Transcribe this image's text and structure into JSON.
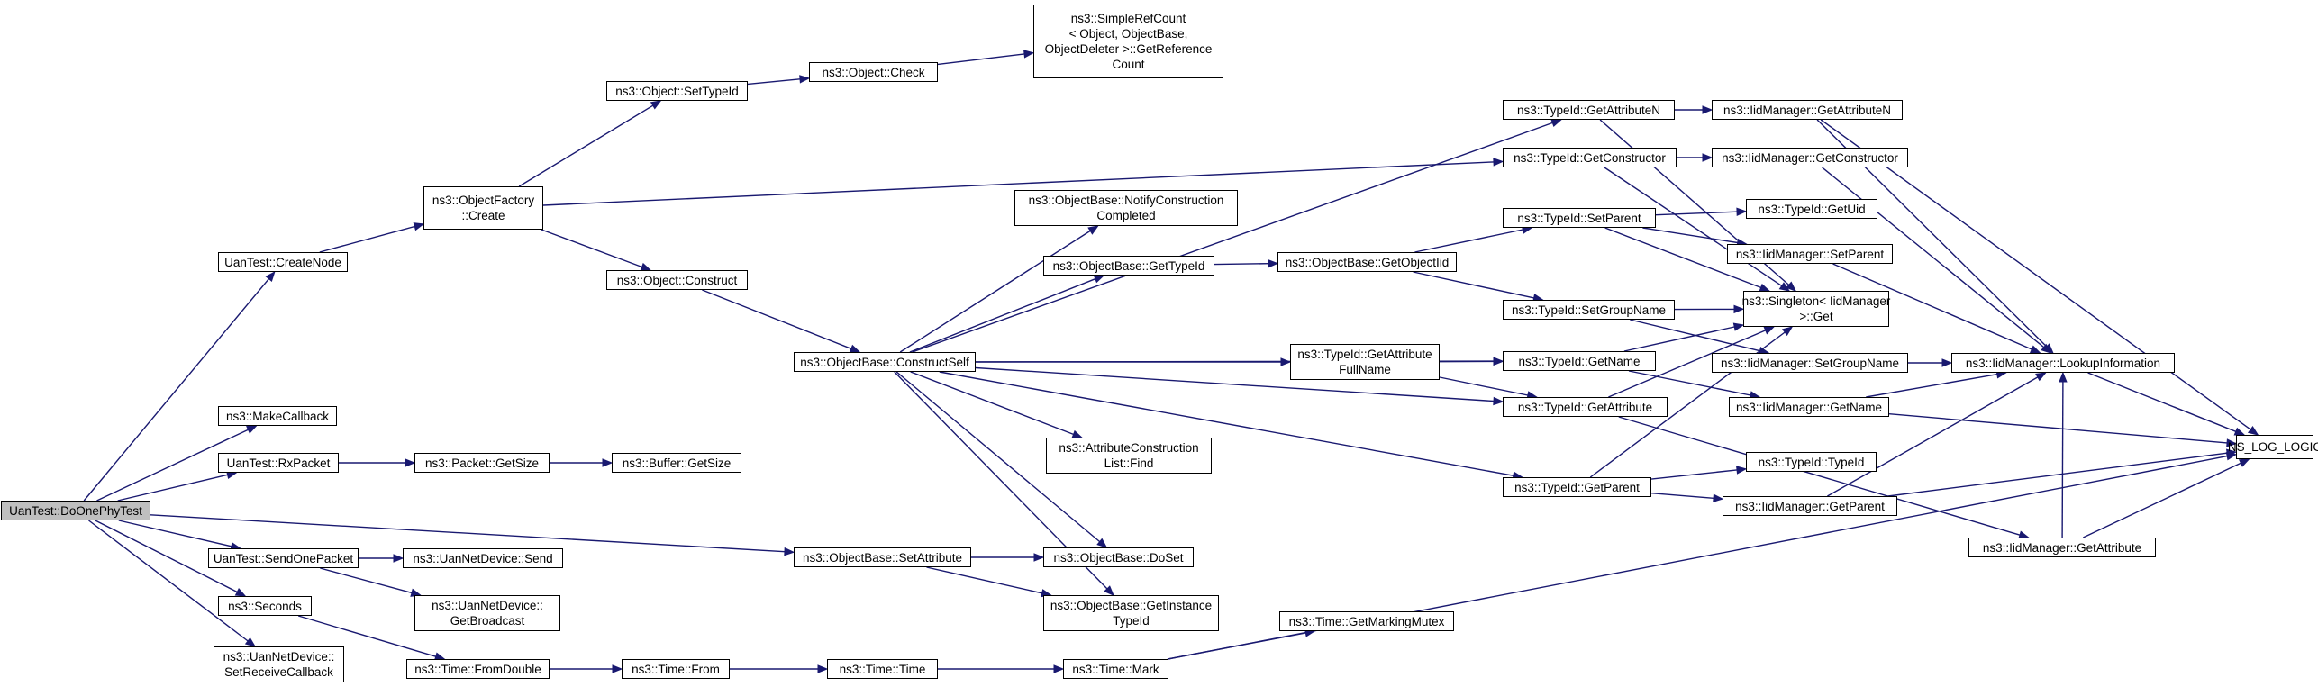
{
  "graph": {
    "edge_color": "#191970",
    "root_fill": "#bfbfbf",
    "node_fill": "#ffffff",
    "nodes": [
      {
        "id": "doOnePhyTest",
        "label": "UanTest::DoOnePhyTest",
        "root": true
      },
      {
        "id": "createNode",
        "label": "UanTest::CreateNode"
      },
      {
        "id": "makeCallback",
        "label": "ns3::MakeCallback"
      },
      {
        "id": "rxPacket",
        "label": "UanTest::RxPacket"
      },
      {
        "id": "sendOnePacket",
        "label": "UanTest::SendOnePacket"
      },
      {
        "id": "seconds",
        "label": "ns3::Seconds"
      },
      {
        "id": "setReceiveCallback",
        "label": "ns3::UanNetDevice::\nSetReceiveCallback"
      },
      {
        "id": "objectFactoryCreate",
        "label": "ns3::ObjectFactory\n::Create"
      },
      {
        "id": "objectSetTypeId",
        "label": "ns3::Object::SetTypeId"
      },
      {
        "id": "objectCheck",
        "label": "ns3::Object::Check"
      },
      {
        "id": "simpleRefCount",
        "label": "ns3::SimpleRefCount\n< Object, ObjectBase,\nObjectDeleter >::GetReference\nCount"
      },
      {
        "id": "objectConstruct",
        "label": "ns3::Object::Construct"
      },
      {
        "id": "constructSelf",
        "label": "ns3::ObjectBase::ConstructSelf"
      },
      {
        "id": "notifyConstruction",
        "label": "ns3::ObjectBase::NotifyConstruction\nCompleted"
      },
      {
        "id": "objectBaseGetTypeId",
        "label": "ns3::ObjectBase::GetTypeId"
      },
      {
        "id": "getObjectIid",
        "label": "ns3::ObjectBase::GetObjectIid"
      },
      {
        "id": "typeIdGetAttributeFullName",
        "label": "ns3::TypeId::GetAttribute\nFullName"
      },
      {
        "id": "attributeConstructionListFind",
        "label": "ns3::AttributeConstruction\nList::Find"
      },
      {
        "id": "objectBaseDoSet",
        "label": "ns3::ObjectBase::DoSet"
      },
      {
        "id": "getInstanceTypeId",
        "label": "ns3::ObjectBase::GetInstance\nTypeId"
      },
      {
        "id": "packetGetSize",
        "label": "ns3::Packet::GetSize"
      },
      {
        "id": "bufferGetSize",
        "label": "ns3::Buffer::GetSize"
      },
      {
        "id": "uanNetDeviceSend",
        "label": "ns3::UanNetDevice::Send"
      },
      {
        "id": "uanNetDeviceGetBroadcast",
        "label": "ns3::UanNetDevice::\nGetBroadcast"
      },
      {
        "id": "objectBaseSetAttribute",
        "label": "ns3::ObjectBase::SetAttribute"
      },
      {
        "id": "timeFromDouble",
        "label": "ns3::Time::FromDouble"
      },
      {
        "id": "timeFrom",
        "label": "ns3::Time::From"
      },
      {
        "id": "timeTime",
        "label": "ns3::Time::Time"
      },
      {
        "id": "timeMark",
        "label": "ns3::Time::Mark"
      },
      {
        "id": "getMarkingMutex",
        "label": "ns3::Time::GetMarkingMutex"
      },
      {
        "id": "typeIdGetAttributeN",
        "label": "ns3::TypeId::GetAttributeN"
      },
      {
        "id": "typeIdGetConstructor",
        "label": "ns3::TypeId::GetConstructor"
      },
      {
        "id": "typeIdSetParent",
        "label": "ns3::TypeId::SetParent"
      },
      {
        "id": "typeIdSetGroupName",
        "label": "ns3::TypeId::SetGroupName"
      },
      {
        "id": "typeIdGetName",
        "label": "ns3::TypeId::GetName"
      },
      {
        "id": "typeIdGetAttribute",
        "label": "ns3::TypeId::GetAttribute"
      },
      {
        "id": "typeIdGetParent",
        "label": "ns3::TypeId::GetParent"
      },
      {
        "id": "iidGetAttributeN",
        "label": "ns3::IidManager::GetAttributeN"
      },
      {
        "id": "iidGetConstructor",
        "label": "ns3::IidManager::GetConstructor"
      },
      {
        "id": "typeIdGetUid",
        "label": "ns3::TypeId::GetUid"
      },
      {
        "id": "iidSetParent",
        "label": "ns3::IidManager::SetParent"
      },
      {
        "id": "singletonGet",
        "label": "ns3::Singleton< IidManager\n>::Get"
      },
      {
        "id": "iidSetGroupName",
        "label": "ns3::IidManager::SetGroupName"
      },
      {
        "id": "iidGetName",
        "label": "ns3::IidManager::GetName"
      },
      {
        "id": "typeIdTypeId",
        "label": "ns3::TypeId::TypeId"
      },
      {
        "id": "iidGetParent",
        "label": "ns3::IidManager::GetParent"
      },
      {
        "id": "iidGetAttribute",
        "label": "ns3::IidManager::GetAttribute"
      },
      {
        "id": "iidLookupInformation",
        "label": "ns3::IidManager::LookupInformation"
      },
      {
        "id": "nsLogLogic",
        "label": "NS_LOG_LOGIC"
      }
    ],
    "edges": [
      [
        "doOnePhyTest",
        "createNode"
      ],
      [
        "doOnePhyTest",
        "makeCallback"
      ],
      [
        "doOnePhyTest",
        "rxPacket"
      ],
      [
        "doOnePhyTest",
        "sendOnePacket"
      ],
      [
        "doOnePhyTest",
        "seconds"
      ],
      [
        "doOnePhyTest",
        "setReceiveCallback"
      ],
      [
        "doOnePhyTest",
        "objectBaseSetAttribute"
      ],
      [
        "createNode",
        "objectFactoryCreate"
      ],
      [
        "objectFactoryCreate",
        "objectSetTypeId"
      ],
      [
        "objectFactoryCreate",
        "objectConstruct"
      ],
      [
        "objectFactoryCreate",
        "typeIdGetConstructor"
      ],
      [
        "objectSetTypeId",
        "objectCheck"
      ],
      [
        "objectCheck",
        "simpleRefCount"
      ],
      [
        "objectConstruct",
        "constructSelf"
      ],
      [
        "constructSelf",
        "typeIdGetAttributeN"
      ],
      [
        "constructSelf",
        "notifyConstruction"
      ],
      [
        "constructSelf",
        "objectBaseGetTypeId"
      ],
      [
        "constructSelf",
        "typeIdGetAttributeFullName"
      ],
      [
        "constructSelf",
        "typeIdGetName"
      ],
      [
        "constructSelf",
        "typeIdGetAttribute"
      ],
      [
        "constructSelf",
        "attributeConstructionListFind"
      ],
      [
        "constructSelf",
        "typeIdGetParent"
      ],
      [
        "constructSelf",
        "objectBaseDoSet"
      ],
      [
        "constructSelf",
        "getInstanceTypeId"
      ],
      [
        "objectBaseGetTypeId",
        "getObjectIid"
      ],
      [
        "getObjectIid",
        "typeIdSetParent"
      ],
      [
        "getObjectIid",
        "typeIdSetGroupName"
      ],
      [
        "typeIdGetAttributeFullName",
        "typeIdGetName"
      ],
      [
        "typeIdGetAttributeFullName",
        "typeIdGetAttribute"
      ],
      [
        "rxPacket",
        "packetGetSize"
      ],
      [
        "packetGetSize",
        "bufferGetSize"
      ],
      [
        "sendOnePacket",
        "uanNetDeviceSend"
      ],
      [
        "sendOnePacket",
        "uanNetDeviceGetBroadcast"
      ],
      [
        "seconds",
        "timeFromDouble"
      ],
      [
        "objectBaseSetAttribute",
        "objectBaseDoSet"
      ],
      [
        "objectBaseSetAttribute",
        "getInstanceTypeId"
      ],
      [
        "timeFromDouble",
        "timeFrom"
      ],
      [
        "timeFrom",
        "timeTime"
      ],
      [
        "timeTime",
        "timeMark"
      ],
      [
        "timeMark",
        "getMarkingMutex"
      ],
      [
        "timeMark",
        "nsLogLogic"
      ],
      [
        "typeIdGetAttributeN",
        "iidGetAttributeN"
      ],
      [
        "typeIdGetAttributeN",
        "singletonGet"
      ],
      [
        "typeIdGetConstructor",
        "iidGetConstructor"
      ],
      [
        "typeIdGetConstructor",
        "singletonGet"
      ],
      [
        "typeIdSetParent",
        "typeIdGetUid"
      ],
      [
        "typeIdSetParent",
        "iidSetParent"
      ],
      [
        "typeIdSetParent",
        "singletonGet"
      ],
      [
        "typeIdSetGroupName",
        "iidSetGroupName"
      ],
      [
        "typeIdSetGroupName",
        "singletonGet"
      ],
      [
        "typeIdGetName",
        "iidGetName"
      ],
      [
        "typeIdGetName",
        "singletonGet"
      ],
      [
        "typeIdGetAttribute",
        "iidGetAttribute"
      ],
      [
        "typeIdGetAttribute",
        "singletonGet"
      ],
      [
        "typeIdGetParent",
        "typeIdTypeId"
      ],
      [
        "typeIdGetParent",
        "iidGetParent"
      ],
      [
        "typeIdGetParent",
        "singletonGet"
      ],
      [
        "iidGetAttributeN",
        "iidLookupInformation"
      ],
      [
        "iidGetAttributeN",
        "nsLogLogic"
      ],
      [
        "iidGetConstructor",
        "iidLookupInformation"
      ],
      [
        "iidSetParent",
        "iidLookupInformation"
      ],
      [
        "iidSetGroupName",
        "iidLookupInformation"
      ],
      [
        "iidGetName",
        "iidLookupInformation"
      ],
      [
        "iidGetName",
        "nsLogLogic"
      ],
      [
        "iidGetParent",
        "iidLookupInformation"
      ],
      [
        "iidGetParent",
        "nsLogLogic"
      ],
      [
        "iidGetAttribute",
        "iidLookupInformation"
      ],
      [
        "iidGetAttribute",
        "nsLogLogic"
      ],
      [
        "iidLookupInformation",
        "nsLogLogic"
      ]
    ]
  }
}
